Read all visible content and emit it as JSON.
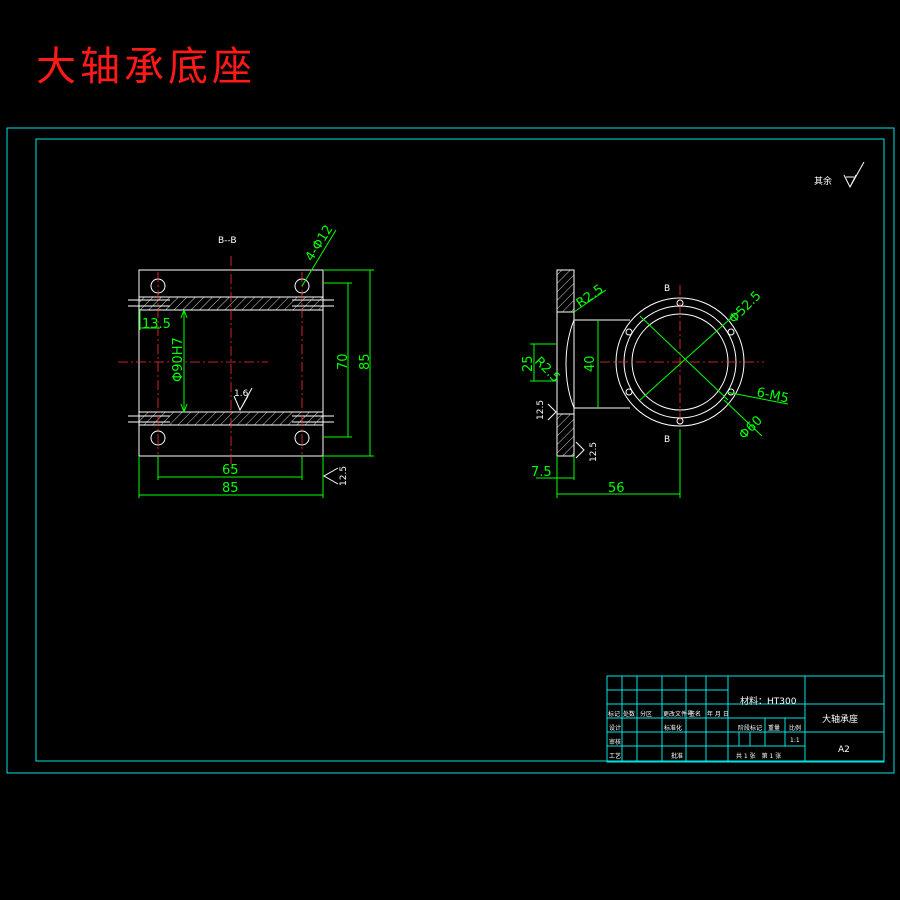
{
  "title": "大轴承底座",
  "section_label": "B--B",
  "roughness_note": "其余",
  "left_view": {
    "dims": {
      "hole_callout": "4-Φ12",
      "d13_5": "13.5",
      "bore": "Φ90H7",
      "d70": "70",
      "d85_v": "85",
      "d65": "65",
      "d85_h": "85",
      "rough_1_6": "1.6",
      "rough_12_5": "12.5"
    }
  },
  "right_view": {
    "dims": {
      "r25_top": "R2.5",
      "r25_mid": "R2.5",
      "d25": "25",
      "d40": "40",
      "dia52_5": "Φ52.5",
      "holes6": "6-M5",
      "dia60": "Φ60",
      "d7_5": "7.5",
      "d56": "56",
      "rough_12_5_a": "12.5",
      "rough_12_5_b": "12.5",
      "b_top": "B",
      "b_bot": "B"
    }
  },
  "title_block": {
    "material": "材料：HT300",
    "part_name": "大轴承座",
    "sheet_size": "A2",
    "scale": "1:1",
    "sheet_info": "共 1 张　第 1 张",
    "hdr_labels": [
      "标记",
      "处数",
      "分区",
      "更改文件号",
      "签名",
      "年 月 日"
    ],
    "roles": [
      "设计",
      "审核",
      "工艺"
    ],
    "std": "标准化",
    "approve": "批准",
    "stage": "阶段标记",
    "weight": "重量",
    "ratio": "比例"
  }
}
